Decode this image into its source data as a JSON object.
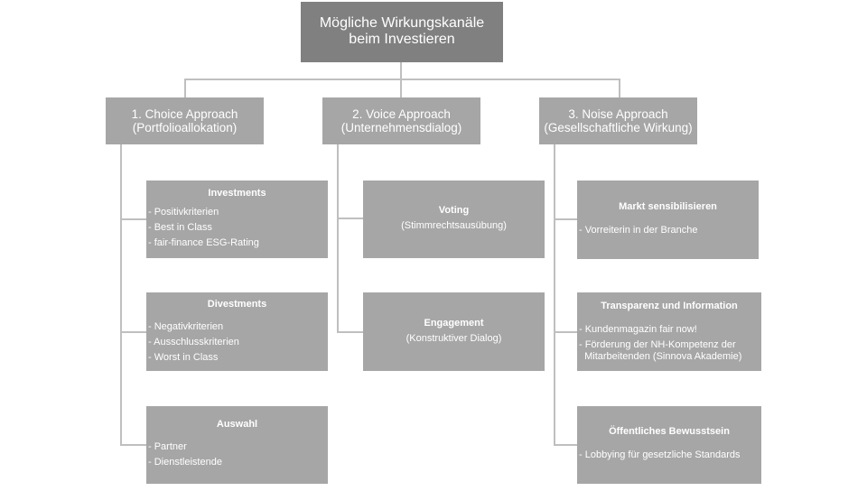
{
  "root": {
    "line1": "Mögliche Wirkungskanäle",
    "line2": "beim Investieren"
  },
  "choice": {
    "title": "1. Choice Approach",
    "subtitle": "(Portfolioallokation)",
    "investments": {
      "title": "Investments",
      "items": [
        "- Positivkriterien",
        "- Best in Class",
        "- fair-finance ESG-Rating"
      ]
    },
    "divestments": {
      "title": "Divestments",
      "items": [
        "- Negativkriterien",
        "- Ausschlusskriterien",
        "- Worst in Class"
      ]
    },
    "auswahl": {
      "title": "Auswahl",
      "items": [
        "- Partner",
        "- Dienstleistende"
      ]
    }
  },
  "voice": {
    "title": "2. Voice Approach",
    "subtitle": "(Unternehmensdialog)",
    "voting": {
      "title": "Voting",
      "sub": "(Stimmrechtsausübung)"
    },
    "engagement": {
      "title": "Engagement",
      "sub": "(Konstruktiver Dialog)"
    }
  },
  "noise": {
    "title": "3. Noise Approach",
    "subtitle": "(Gesellschaftliche Wirkung)",
    "markt": {
      "title": "Markt sensibilisieren",
      "items": [
        "- Vorreiterin in der Branche"
      ]
    },
    "transparenz": {
      "title": "Transparenz und Information",
      "items": [
        "- Kundenmagazin fair now!",
        "- Förderung der NH-Kompetenz der",
        "  Mitarbeitenden (Sinnova Akademie)"
      ]
    },
    "oeffentlich": {
      "title": "Öffentliches Bewusstsein",
      "items": [
        "- Lobbying für gesetzliche Standards"
      ]
    }
  }
}
